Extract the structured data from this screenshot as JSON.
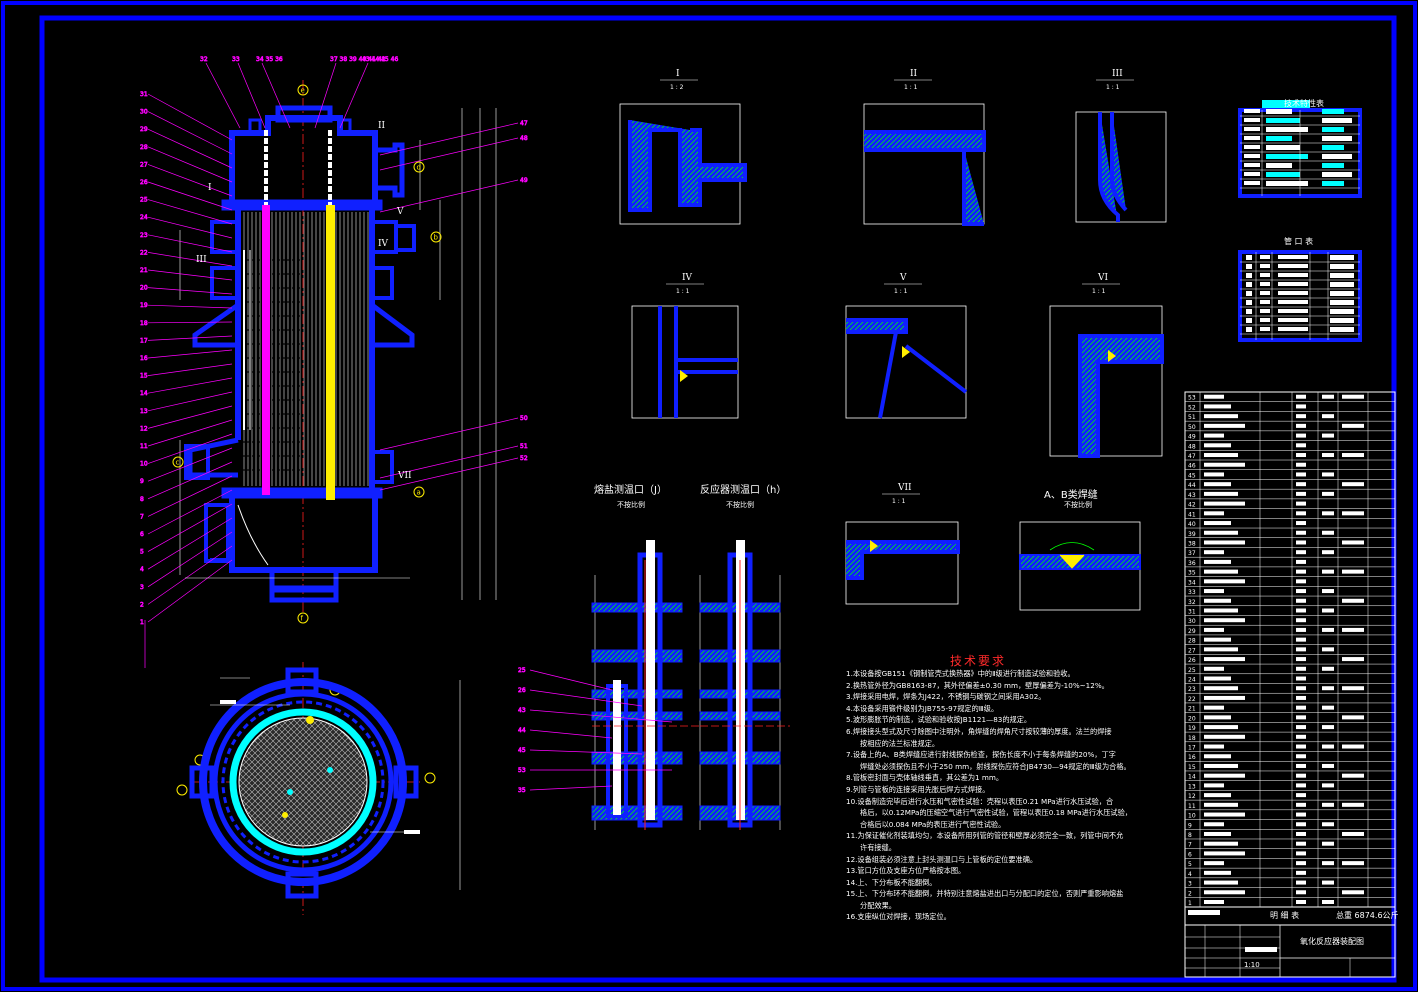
{
  "frame": {
    "border_color": "#0000ff",
    "background": "#000000"
  },
  "colors": {
    "blue": "#1020ff",
    "magenta": "#ff00ff",
    "yellow": "#ffee00",
    "cyan": "#00ffff",
    "white": "#ffffff",
    "red": "#ff2020",
    "green": "#00ff00"
  },
  "main_view": {
    "section_marks": [
      "I",
      "II",
      "III",
      "IV",
      "V",
      "VII"
    ],
    "nozzle_marks": [
      "e",
      "c",
      "d",
      "b",
      "a",
      "f"
    ],
    "top_leaders": [
      "32",
      "33",
      "34 35 36",
      "37 38 39 40 41 42",
      "43 44 45 46"
    ],
    "left_leaders": [
      "31",
      "30",
      "29",
      "28",
      "27",
      "26",
      "25",
      "24",
      "23",
      "22",
      "21",
      "20",
      "19",
      "18",
      "17",
      "16",
      "15",
      "14",
      "13",
      "12",
      "11",
      "10",
      "9",
      "8",
      "7",
      "6",
      "5",
      "4",
      "3",
      "2",
      "1"
    ],
    "right_leaders": [
      "47",
      "48",
      "49",
      "50",
      "51",
      "52"
    ]
  },
  "detail_views": [
    {
      "id": "I",
      "scale": "1 : 2"
    },
    {
      "id": "II",
      "scale": "1 : 1"
    },
    {
      "id": "III",
      "scale": "1 : 1"
    },
    {
      "id": "IV",
      "scale": "1 : 1"
    },
    {
      "id": "V",
      "scale": "1 : 1"
    },
    {
      "id": "VI",
      "scale": "1 : 1"
    },
    {
      "id": "VII",
      "scale": "1 : 1"
    }
  ],
  "weld_view": {
    "title": "A、B类焊缝",
    "note": "不按比例"
  },
  "thermo_views": [
    {
      "title": "熔盐测温口（J）",
      "note": "不按比例"
    },
    {
      "title": "反应器测温口（h）",
      "note": "不按比例"
    }
  ],
  "thermo_leaders": [
    "25",
    "26",
    "43",
    "44",
    "45",
    "53",
    "35"
  ],
  "spec_table": {
    "title": "技术特性表"
  },
  "nozzle_table": {
    "title": "管 口 表"
  },
  "tech_requirements": {
    "title": "技术要求",
    "items": [
      {
        "text": "1.本设备按GB151《钢制管壳式换热器》中的Ⅱ级进行制造试验和验收。",
        "indent": false
      },
      {
        "text": "2.换热管外径为GB8163-87，其外径偏差±0.30 mm，壁厚偏差为-10%~12%。",
        "indent": false
      },
      {
        "text": "3.焊接采用电焊，焊条为J422，不锈钢与碳钢之间采用A302。",
        "indent": false
      },
      {
        "text": "4.本设备采用锻件级别为JB755-97规定的Ⅲ级。",
        "indent": false
      },
      {
        "text": "5.波形膨胀节的制造，试验和验收按JB1121—83的规定。",
        "indent": false
      },
      {
        "text": "6.焊接接头型式及尺寸除图中注明外，角焊缝的焊角尺寸按较薄的厚度。法兰的焊接",
        "indent": false
      },
      {
        "text": "按相应的法兰标准规定。",
        "indent": true
      },
      {
        "text": "7.设备上的A、B类焊缝应进行射线探伤检查，探伤长度不小于每条焊缝的20%，丁字",
        "indent": false
      },
      {
        "text": "焊缝处必须探伤且不小于250 mm，射线探伤应符合JB4730—94规定的Ⅲ级为合格。",
        "indent": true
      },
      {
        "text": "8.管板密封面与壳体轴线垂直，其公差为1 mm。",
        "indent": false
      },
      {
        "text": "9.列管与管板的连接采用先胀后焊方式焊接。",
        "indent": false
      },
      {
        "text": "10.设备制造完毕后进行水压和气密性试验：壳程以表压0.21 MPa进行水压试验，合",
        "indent": false
      },
      {
        "text": "格后，以0.12MPa的压缩空气进行气密性试验，管程以表压0.18 MPa进行水压试验，",
        "indent": true
      },
      {
        "text": "合格后以0.084 MPa的表压进行气密性试验。",
        "indent": true
      },
      {
        "text": "11.为保证催化剂装填均匀，本设备所用列管的管径和壁厚必须完全一致，列管中间不允",
        "indent": false
      },
      {
        "text": "许有接缝。",
        "indent": true
      },
      {
        "text": "12.设备组装必须注意上封头测温口与上管板的定位要准确。",
        "indent": false
      },
      {
        "text": "13.管口方位及支座方位严格按本图。",
        "indent": false
      },
      {
        "text": "14.上、下分布板不能翻倒。",
        "indent": false
      },
      {
        "text": "15.上、下分布环不能翻倒，并特别注意熔盐进出口与分配口的定位，否则严重影响熔盐",
        "indent": false
      },
      {
        "text": "分配效果。",
        "indent": true
      },
      {
        "text": "16.支座纵位对焊接，现场定位。",
        "indent": false
      }
    ]
  },
  "parts_list": {
    "row_numbers": [
      "53",
      "52",
      "51",
      "50",
      "49",
      "48",
      "47",
      "46",
      "45",
      "44",
      "43",
      "42",
      "41",
      "40",
      "39",
      "38",
      "37",
      "36",
      "35",
      "34",
      "33",
      "32",
      "31",
      "30",
      "29",
      "28",
      "27",
      "26",
      "25",
      "24",
      "23",
      "22",
      "21",
      "20",
      "19",
      "18",
      "17",
      "16",
      "15",
      "14",
      "13",
      "12",
      "11",
      "10",
      "9",
      "8",
      "7",
      "6",
      "5",
      "4",
      "3",
      "2",
      "1"
    ],
    "footer_label": "明 细 表",
    "total_weight": "总重 6874.6公斤"
  },
  "title_block": {
    "drawing_name": "氧化反应器装配图",
    "scale": "1:10"
  }
}
